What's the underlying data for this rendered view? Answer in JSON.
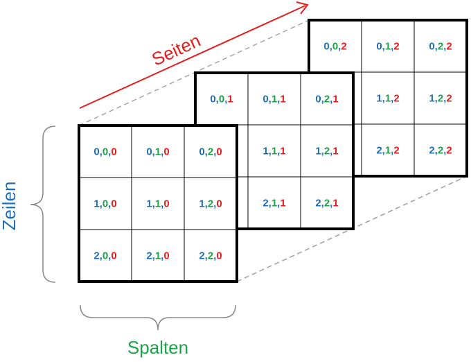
{
  "labels": {
    "pages": "Seiten",
    "rows": "Zeilen",
    "columns": "Spalten"
  },
  "colors": {
    "row_index": "#1f6fb5",
    "column_index": "#1ea34a",
    "page_index": "#e21e1e",
    "separator": "#1f6fb5",
    "arrow": "#e21e1e",
    "brace": "#888888",
    "dashed_line": "#a6a6a6",
    "grid_border": "#000000",
    "grid_line": "#000000"
  },
  "grid": {
    "rows": 3,
    "columns": 3,
    "pages": 3
  }
}
